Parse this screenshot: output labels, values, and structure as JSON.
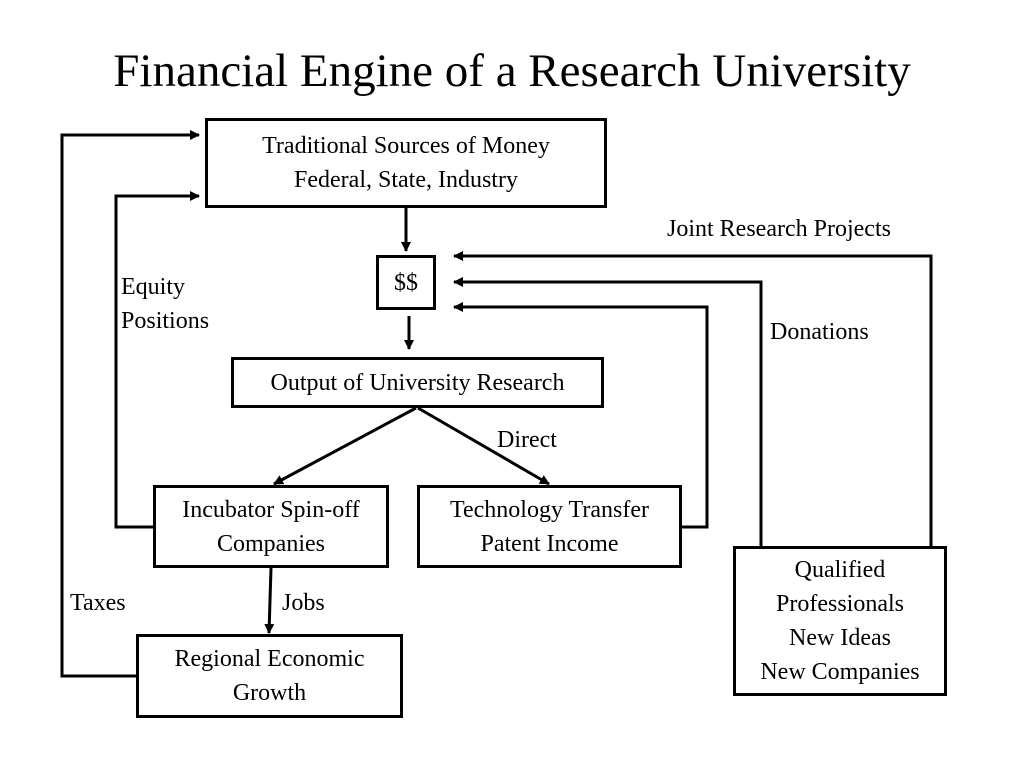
{
  "title": "Financial Engine of a Research University",
  "nodes": {
    "traditional_sources": [
      "Traditional Sources of Money",
      "Federal, State, Industry"
    ],
    "money": [
      "$$"
    ],
    "output_research": [
      "Output of University Research"
    ],
    "incubator": [
      "Incubator Spin-off",
      "Companies"
    ],
    "tech_transfer": [
      "Technology Transfer",
      "Patent Income"
    ],
    "regional_growth": [
      "Regional Economic",
      "Growth"
    ],
    "qualified": [
      "Qualified",
      "Professionals",
      "New Ideas",
      "New Companies"
    ]
  },
  "labels": {
    "joint_research": "Joint Research Projects",
    "donations": "Donations",
    "equity": [
      "Equity",
      "Positions"
    ],
    "direct": "Direct",
    "taxes": "Taxes",
    "jobs": "Jobs"
  },
  "colors": {
    "line": "#000000",
    "box_border": "#000000",
    "background": "#ffffff"
  }
}
